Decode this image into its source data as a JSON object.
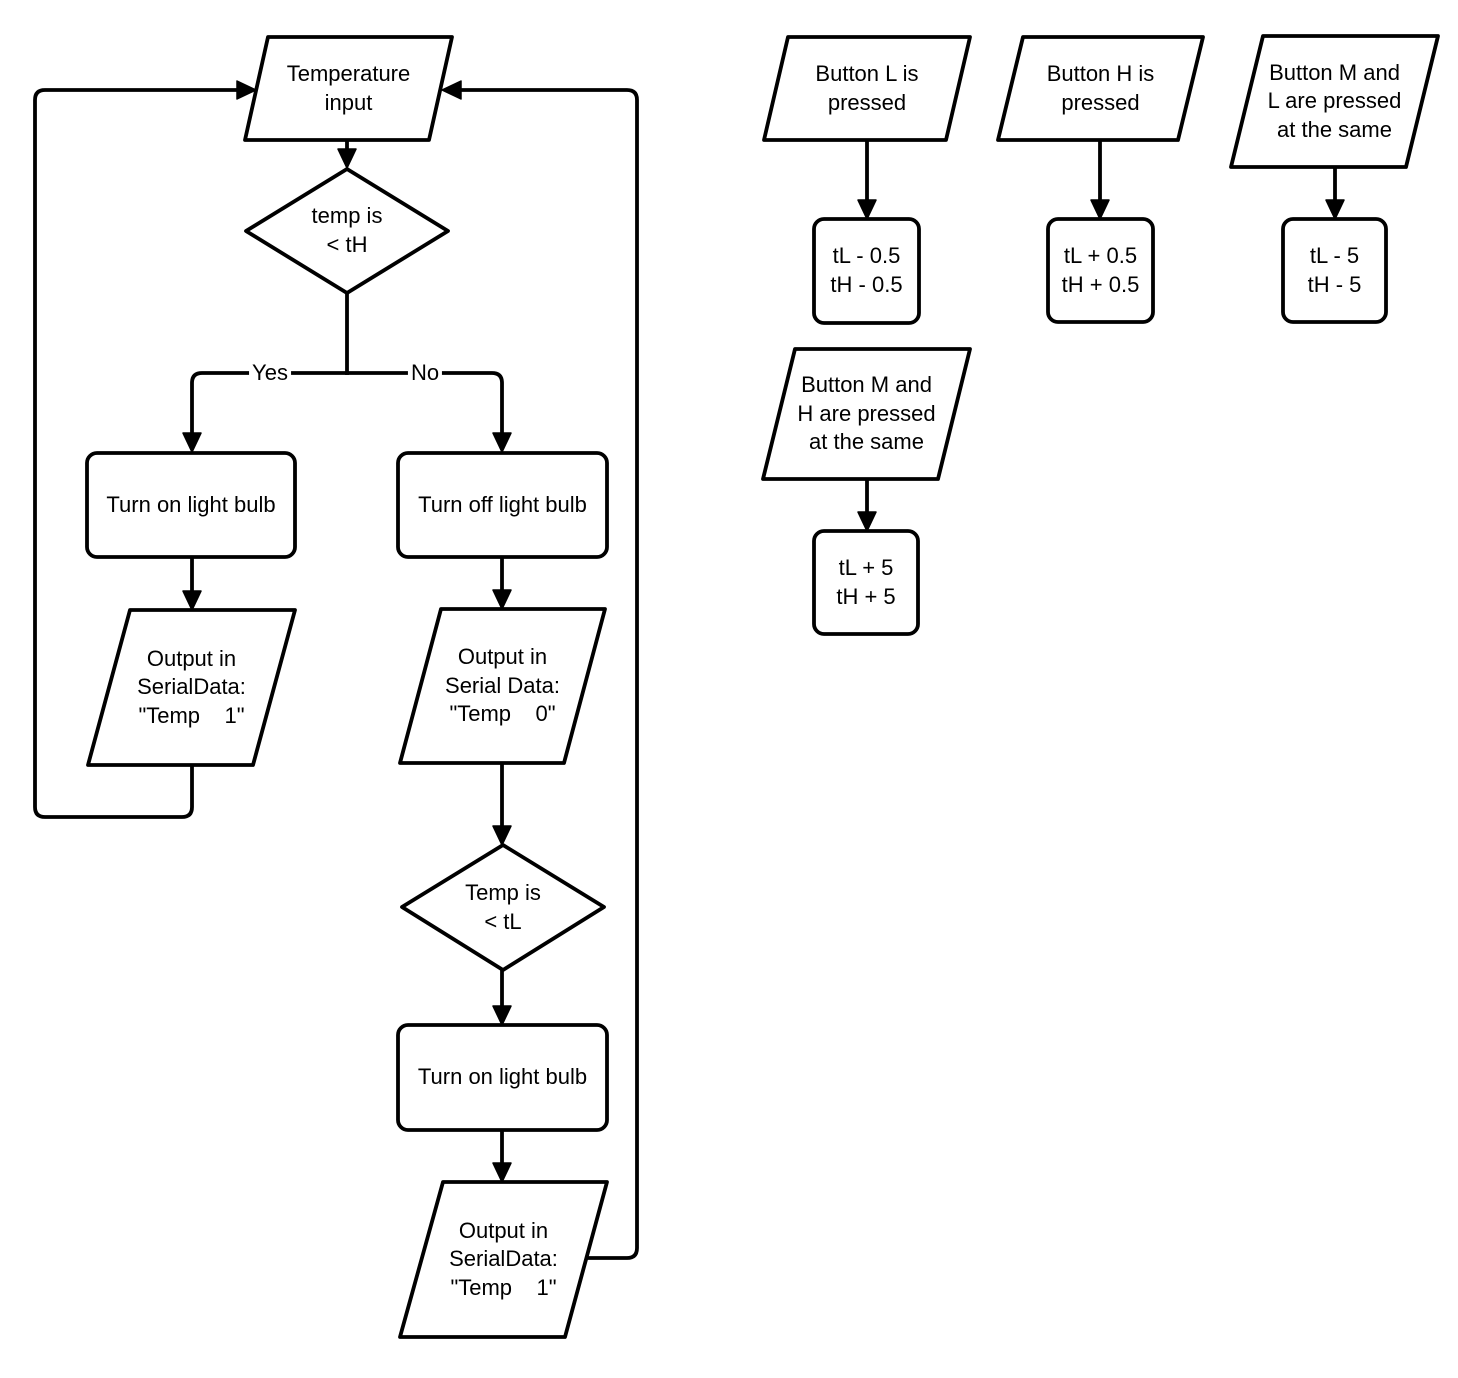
{
  "main": {
    "temp_input": "Temperature\ninput",
    "decision_th": "temp is\n< tH",
    "yes_label": "Yes",
    "no_label": "No",
    "turn_on_1": "Turn on light bulb",
    "turn_off": "Turn off light bulb",
    "output_on_1": "Output in\nSerialData:\n\"Temp    1\"",
    "output_off": "Output in\nSerial Data:\n\"Temp    0\"",
    "decision_tl": "Temp is\n< tL",
    "turn_on_2": "Turn on light bulb",
    "output_on_2": "Output in\nSerialData:\n\"Temp    1\""
  },
  "buttons": {
    "btn_l": "Button L is\npressed",
    "btn_l_action": "tL - 0.5\ntH - 0.5",
    "btn_h": "Button H is\npressed",
    "btn_h_action": "tL + 0.5\ntH + 0.5",
    "btn_ml": "Button M and\nL are pressed\nat the same",
    "btn_ml_action": "tL - 5\ntH - 5",
    "btn_mh": "Button M and\nH are pressed\nat the same",
    "btn_mh_action": "tL + 5\ntH + 5"
  },
  "colors": {
    "stroke": "#000000",
    "fill": "#ffffff",
    "background": "#ffffff"
  }
}
